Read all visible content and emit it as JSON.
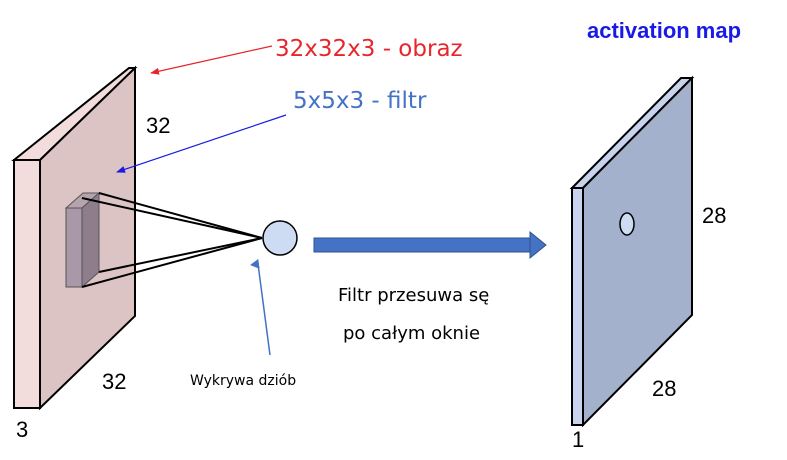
{
  "labels": {
    "image_dims": "32x32x3 - obraz",
    "filter_dims": "5x5x3 -  filtr",
    "activation_title": "activation map",
    "input_height": "32",
    "input_width": "32",
    "input_depth": "3",
    "output_height": "28",
    "output_width": "28",
    "output_depth": "1",
    "detects": "Wykrywa dziób",
    "slide_line1": "Filtr przesuwa sę",
    "slide_line2": "po całym oknie"
  },
  "colors": {
    "image_annotation": "#e8252b",
    "filter_annotation": "#4472c4",
    "activation_title": "#1a1ae6",
    "input_volume_front": "#ddc4c4",
    "input_volume_side": "#f2dcdc",
    "output_volume_front": "#a3b1cd",
    "output_volume_side": "#c9d3ee",
    "neuron_fill": "#cddcf2",
    "slide_arrow": "#4472c4"
  }
}
